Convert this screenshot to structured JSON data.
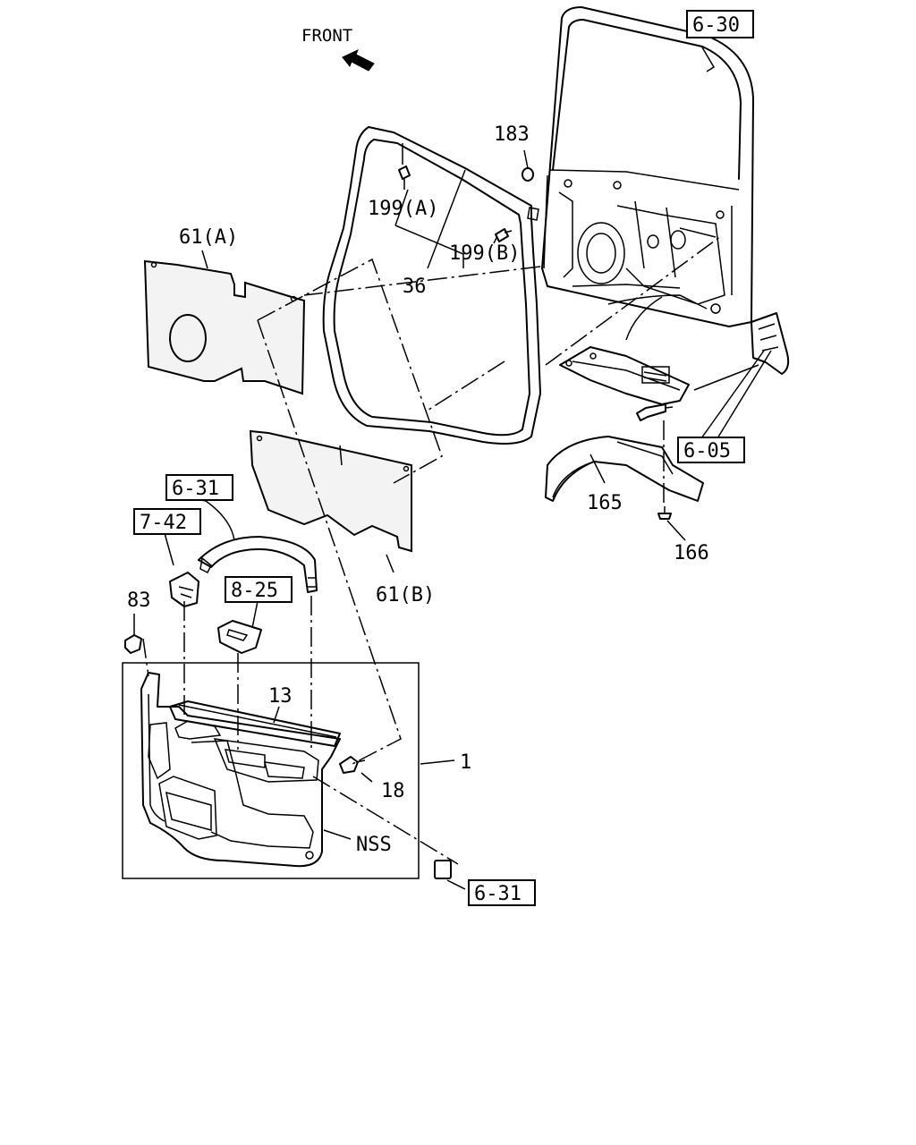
{
  "diagram": {
    "front_label": "FRONT",
    "callouts": {
      "p183": "183",
      "p199a": "199(A)",
      "p199b": "199(B)",
      "p36": "36",
      "p61a": "61(A)",
      "p61b": "61(B)",
      "p165": "165",
      "p166": "166",
      "p83": "83",
      "p13": "13",
      "p1": "1",
      "p18": "18",
      "nss": "NSS"
    },
    "references": {
      "r630": "6-30",
      "r605": "6-05",
      "r631a": "6-31",
      "r742": "7-42",
      "r825": "8-25",
      "r631b": "6-31"
    }
  }
}
